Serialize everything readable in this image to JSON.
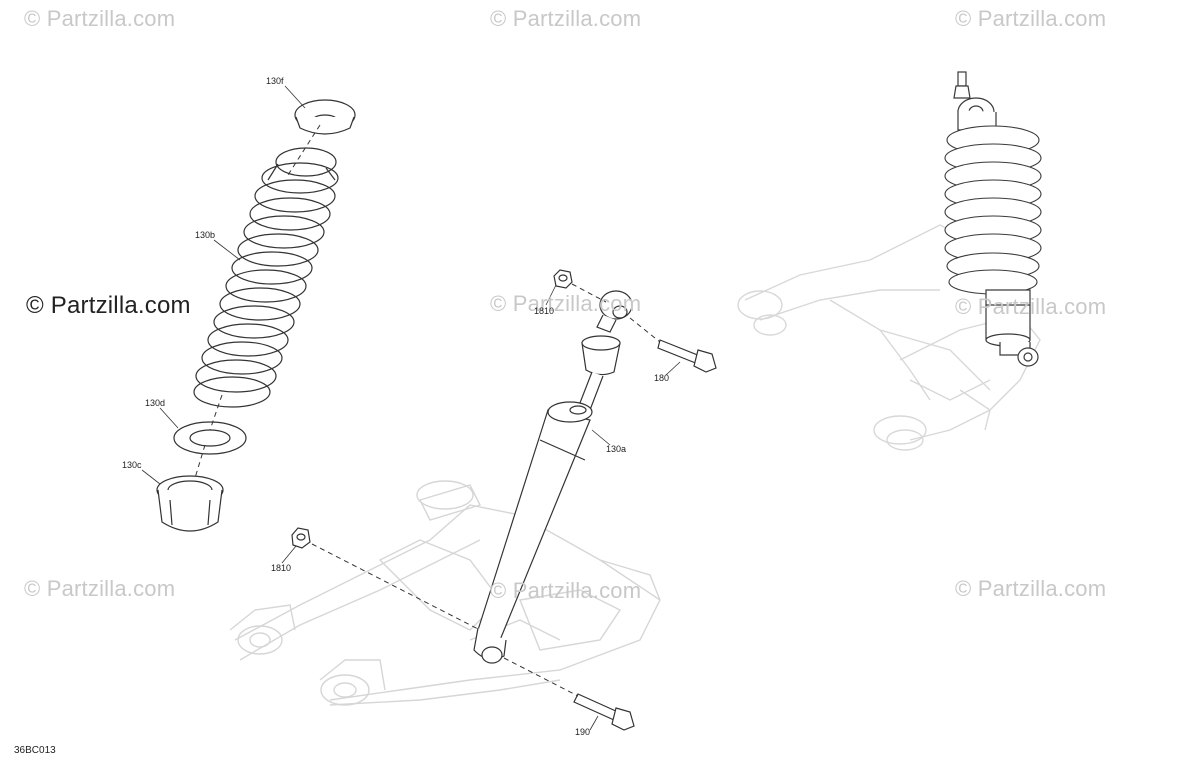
{
  "watermark": {
    "text": "© Partzilla.com",
    "color_light": "#c8c8c8",
    "color_dark": "#222222"
  },
  "callouts": {
    "c130f": "130f",
    "c130b": "130b",
    "c130d": "130d",
    "c130c": "130c",
    "c1810_top": "1810",
    "c180": "180",
    "c130a": "130a",
    "c1810_bottom": "1810",
    "c190": "190"
  },
  "diagram_code": "36BC013"
}
